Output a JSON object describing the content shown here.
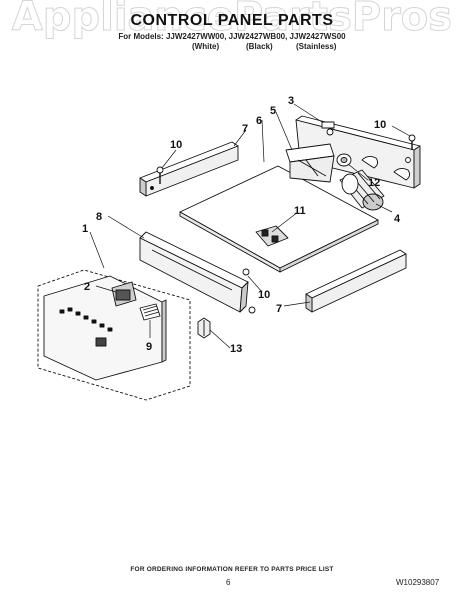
{
  "watermark": "AppliancePartsPros",
  "header": {
    "title": "CONTROL PANEL PARTS",
    "models_line": "For Models: JJW2427WW00, JJW2427WB00, JJW2427WS00",
    "variants": [
      "(White)",
      "(Black)",
      "(Stainless)"
    ]
  },
  "callouts": [
    "1",
    "2",
    "3",
    "4",
    "5",
    "6",
    "7",
    "7",
    "8",
    "9",
    "10",
    "10",
    "10",
    "11",
    "12",
    "13"
  ],
  "footer": {
    "ordering_note": "FOR ORDERING INFORMATION REFER TO PARTS PRICE LIST",
    "page_number": "6",
    "doc_number": "W10293807"
  }
}
